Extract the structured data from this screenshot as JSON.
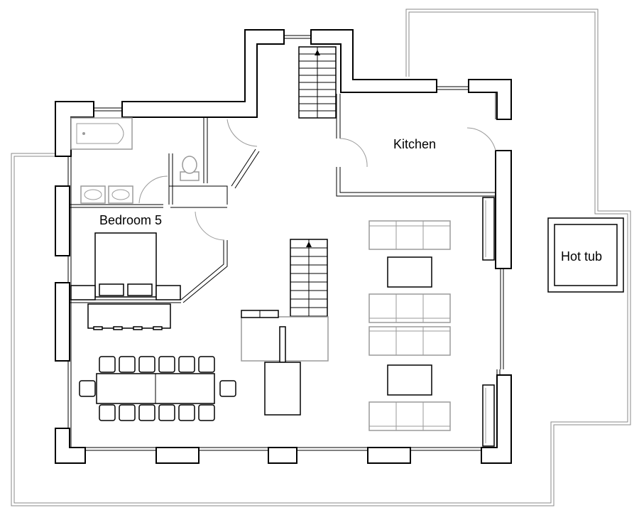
{
  "labels": {
    "kitchen": "Kitchen",
    "bedroom": "Bedroom 5",
    "hot_tub": "Hot tub"
  },
  "colors": {
    "wall": "#000000",
    "furniture": "#9a9a9a",
    "background": "#ffffff"
  }
}
